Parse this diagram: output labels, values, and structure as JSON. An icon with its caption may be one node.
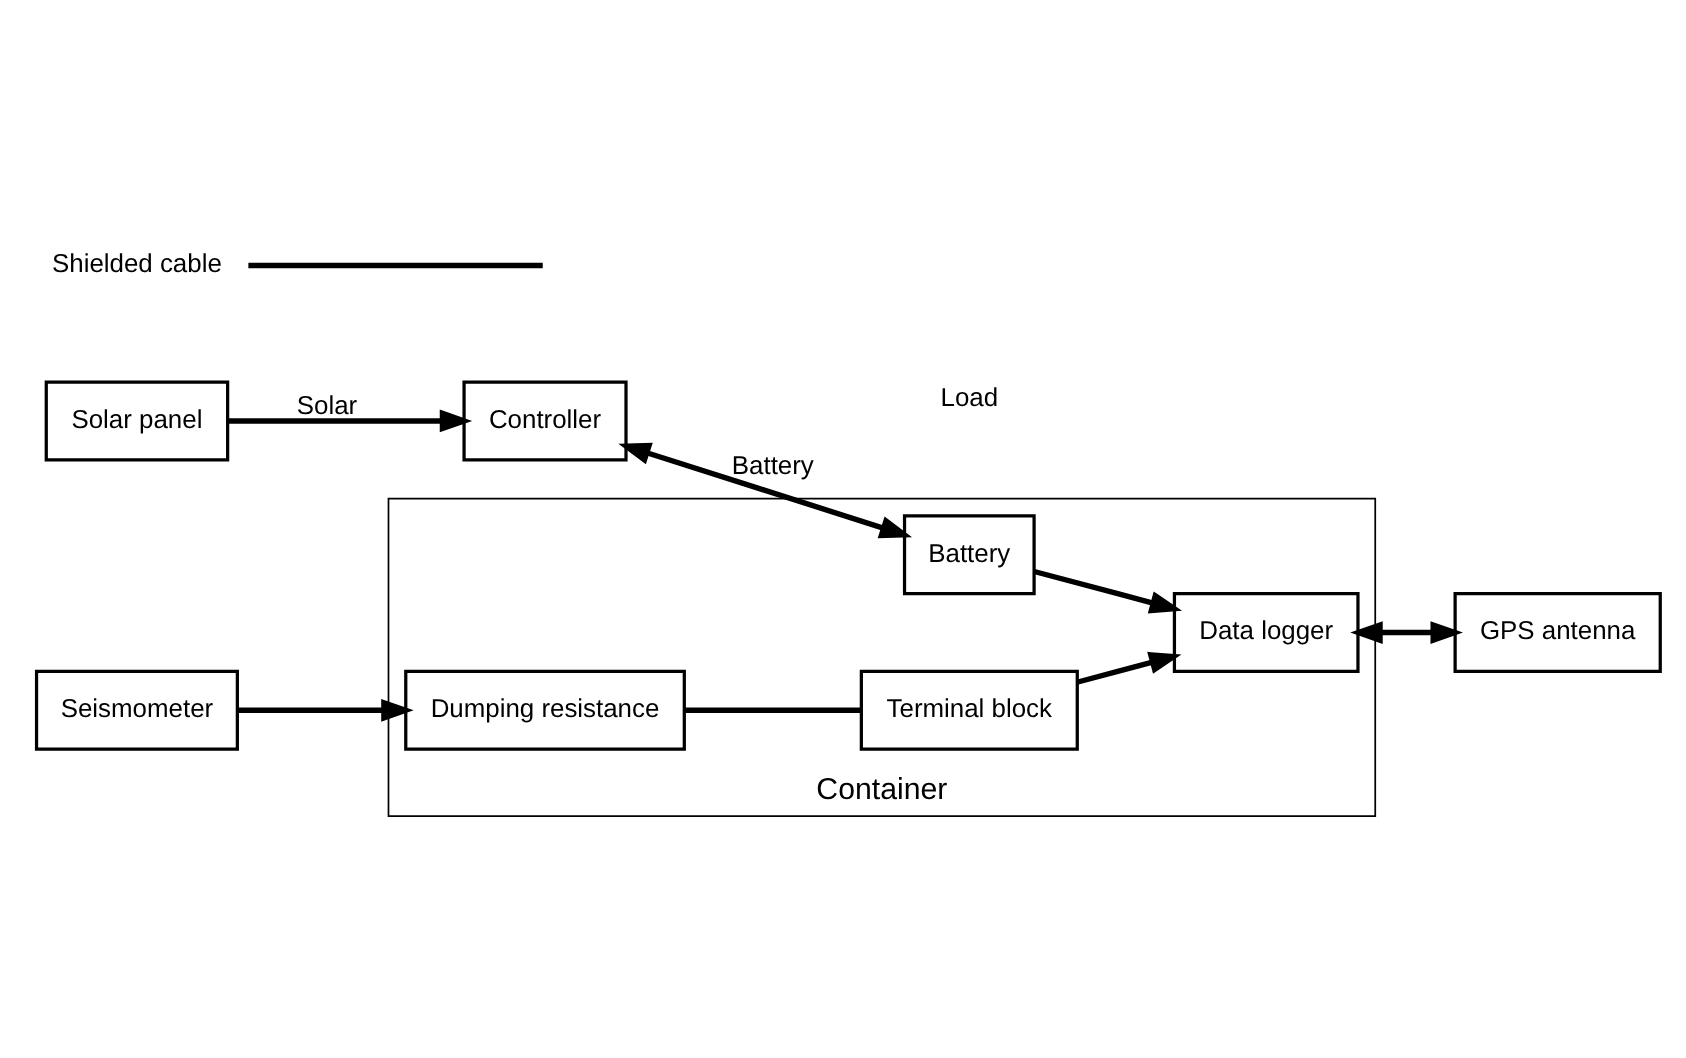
{
  "diagram": {
    "nodes": [
      {
        "text": [
          "Solar panel"
        ]
      },
      {
        "text": [
          "Controller"
        ]
      },
      {
        "text": [
          "Container"
        ]
      },
      {
        "text": [
          "Battery"
        ],
        "in": 2
      },
      {
        "text": [
          "Dumping resistance"
        ],
        "in": 2
      },
      {
        "text": [
          "Terminal block"
        ],
        "in": 2
      },
      {
        "text": [
          "Data logger"
        ],
        "in": 2
      },
      {
        "text": [
          "Seismometer"
        ]
      },
      {
        "text": [
          "GPS antenna"
        ]
      },
      {
        "text": [
          "Shielded cable"
        ]
      }
    ],
    "edges": [
      {
        "from": 0,
        "to": 1,
        "arrow": "to",
        "label": "Solar"
      },
      {
        "from": 1,
        "to": 3,
        "arrow": "both",
        "label": "Battery"
      },
      {
        "from": 3,
        "to": 6,
        "arrow": "to"
      },
      {
        "from": 7,
        "to": 4,
        "arrow": "to"
      },
      {
        "from": 4,
        "to": 5,
        "arrow": "none"
      },
      {
        "from": 5,
        "to": 6,
        "arrow": "to"
      },
      {
        "from": 6,
        "to": 8,
        "arrow": "both"
      },
      {
        "from": 9,
        "to": null,
        "arrow": "none"
      }
    ],
    "labels": [
      "Load"
    ]
  }
}
